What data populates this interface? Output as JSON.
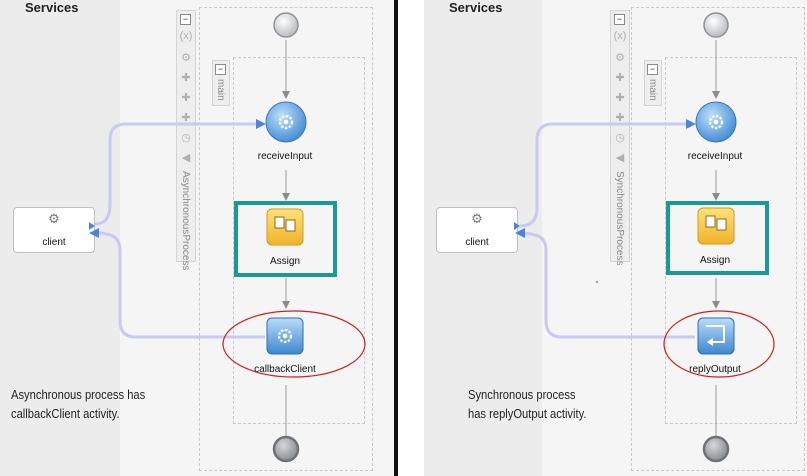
{
  "left_panel": {
    "title": "Services",
    "scope_label": "AsynchronousProcess",
    "sequence_label": "main",
    "client_label": "client",
    "receive_label": "receiveInput",
    "assign_label": "Assign",
    "callback_label": "callbackClient",
    "note_line1": "Asynchronous process has",
    "note_line2": "callbackClient activity."
  },
  "right_panel": {
    "title": "Services",
    "scope_label": "SynchronousProcess",
    "sequence_label": "main",
    "client_label": "client",
    "receive_label": "receiveInput",
    "assign_label": "Assign",
    "reply_label": "replyOutput",
    "note_line1": "Synchronous process",
    "note_line2": "has replyOutput activity."
  },
  "colors": {
    "link_line": "#c9c9f3",
    "highlight_box": "#1a9a94",
    "ellipse": "#cc2020",
    "activity_blue": "#4a90d9",
    "assign_yellow": "#f5c842"
  }
}
